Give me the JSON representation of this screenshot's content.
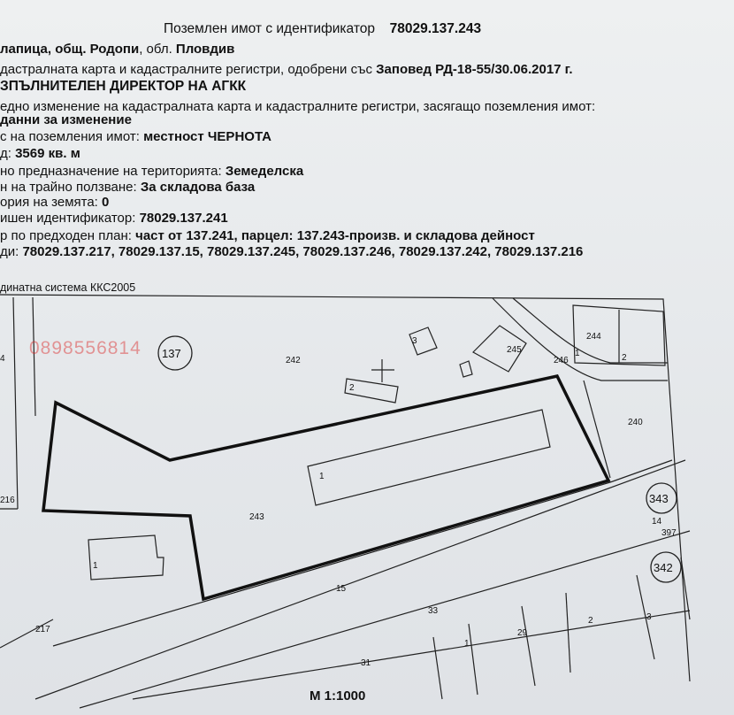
{
  "header": {
    "title_prefix": "Поземлен имот с  идентификатор",
    "title_id": "78029.137.243"
  },
  "lines": {
    "location": {
      "part1": "лапица, общ. ",
      "part2": "Родопи",
      "part3": ", обл. ",
      "part4": "Пловдив"
    },
    "cadastre": {
      "text": "дастралната карта и кадастралните регистри, одобрени със ",
      "order": "Заповед РД-18-55/30.06.2017 г."
    },
    "director": "ЗПЪЛНИТЕЛЕН ДИРЕКТОР НА АГКК",
    "change": "едно изменение на кадастралната карта и кадастралните регистри, засягащо поземления имот:",
    "change_data": "данни за изменение",
    "address": {
      "label": "с на поземления имот: ",
      "value": "местност ЧЕРНОТА"
    },
    "area": {
      "label": "д: ",
      "value": "3569 кв. м"
    },
    "purpose": {
      "label": "но предназначение на територията: ",
      "value": "Земеделска"
    },
    "usage": {
      "label": "н на трайно ползване: ",
      "value": "За складова база"
    },
    "category": {
      "label": "ория на земята: ",
      "value": "0"
    },
    "previous_id": {
      "label": "ишен идентификатор: ",
      "value": "78029.137.241"
    },
    "previous_plan": {
      "label": "р по предходен план: ",
      "value": "част от 137.241, парцел: 137.243-произв. и складова дейност"
    },
    "neighbours": {
      "label": "ди: ",
      "value": "78029.137.217, 78029.137.15, 78029.137.245, 78029.137.246, 78029.137.242, 78029.137.216"
    },
    "coords": "динатна система ККС2005"
  },
  "map": {
    "watermark_phone": "0898556814",
    "circle_137": "137",
    "circle_343": "343",
    "circle_342": "342",
    "labels": {
      "p242": "242",
      "p243": "243",
      "p245": "245",
      "p246": "246",
      "p244": "244",
      "p240": "240",
      "p216": "216",
      "p217": "217",
      "p15": "15",
      "p33": "33",
      "p31": "31",
      "p29": "29",
      "p2": "2",
      "p3": "3",
      "p1": "1",
      "p14": "14",
      "p397": "397",
      "p4": "4",
      "b1": "1",
      "b1b": "1",
      "b2": "2",
      "b3": "3",
      "b1c": "1",
      "b2c": "2"
    },
    "scale": "М 1:1000"
  }
}
